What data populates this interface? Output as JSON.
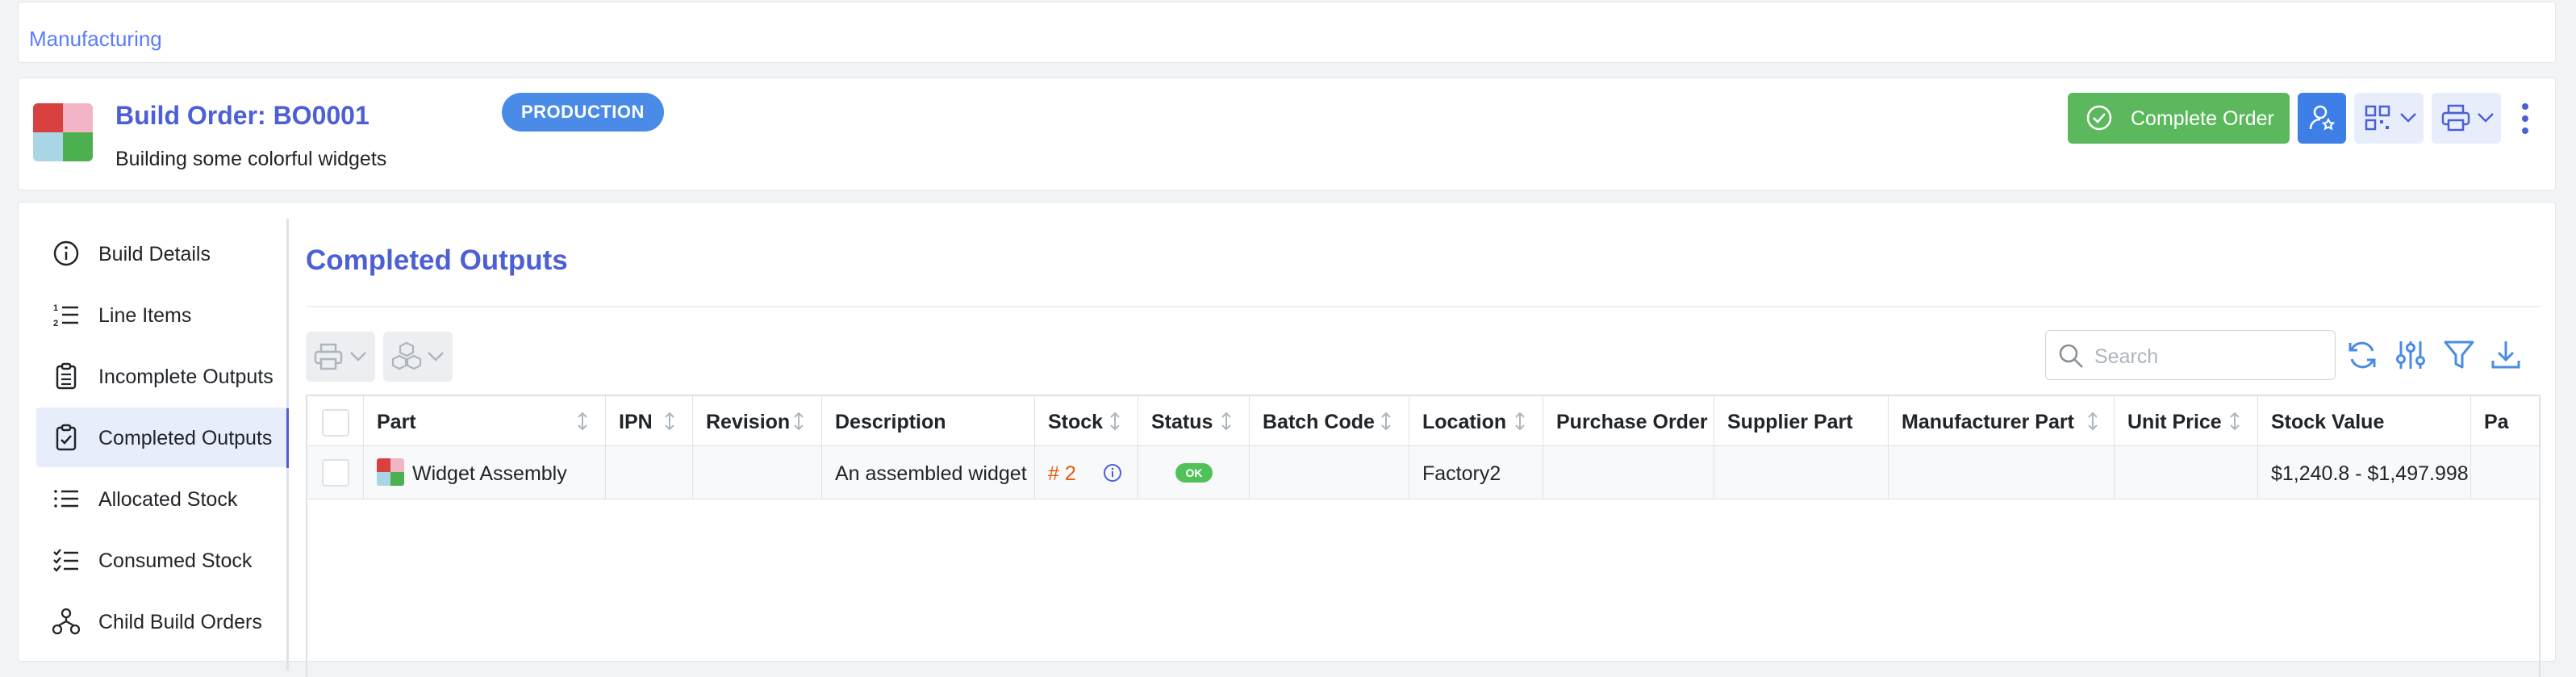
{
  "breadcrumb": {
    "item": "Manufacturing"
  },
  "header": {
    "title": "Build Order: BO0001",
    "subtitle": "Building some colorful widgets",
    "status_badge": "PRODUCTION",
    "complete_button": "Complete Order",
    "icons": {
      "user": "user-star-icon",
      "qr": "qr-code-icon",
      "print": "printer-icon",
      "more": "dots-vertical-icon"
    }
  },
  "sidebar": {
    "items": [
      {
        "label": "Build Details",
        "icon": "info-circle-icon"
      },
      {
        "label": "Line Items",
        "icon": "list-numbers-icon"
      },
      {
        "label": "Incomplete Outputs",
        "icon": "clipboard-list-icon"
      },
      {
        "label": "Completed Outputs",
        "icon": "clipboard-check-icon",
        "active": true
      },
      {
        "label": "Allocated Stock",
        "icon": "list-icon"
      },
      {
        "label": "Consumed Stock",
        "icon": "list-check-icon"
      },
      {
        "label": "Child Build Orders",
        "icon": "sitemap-icon"
      }
    ]
  },
  "section": {
    "title": "Completed Outputs"
  },
  "toolbar": {
    "search_placeholder": "Search"
  },
  "table": {
    "columns": [
      "Part",
      "IPN",
      "Revision",
      "Description",
      "Stock",
      "Status",
      "Batch Code",
      "Location",
      "Purchase Order",
      "Supplier Part",
      "Manufacturer Part",
      "Unit Price",
      "Stock Value",
      "Pa"
    ],
    "rows": [
      {
        "part": "Widget Assembly",
        "ipn": "",
        "revision": "",
        "description": "An assembled widget",
        "stock": "# 2",
        "status": "OK",
        "batch_code": "",
        "location": "Factory2",
        "purchase_order": "",
        "supplier_part": "",
        "manufacturer_part": "",
        "unit_price": "",
        "stock_value": "$1,240.8 - $1,497.998"
      }
    ]
  },
  "colors": {
    "accent": "#4c5fd5",
    "success": "#5cb85c",
    "primary": "#3d7fe6",
    "badge": "#4a8be8",
    "stock_red": "#e8590c"
  }
}
